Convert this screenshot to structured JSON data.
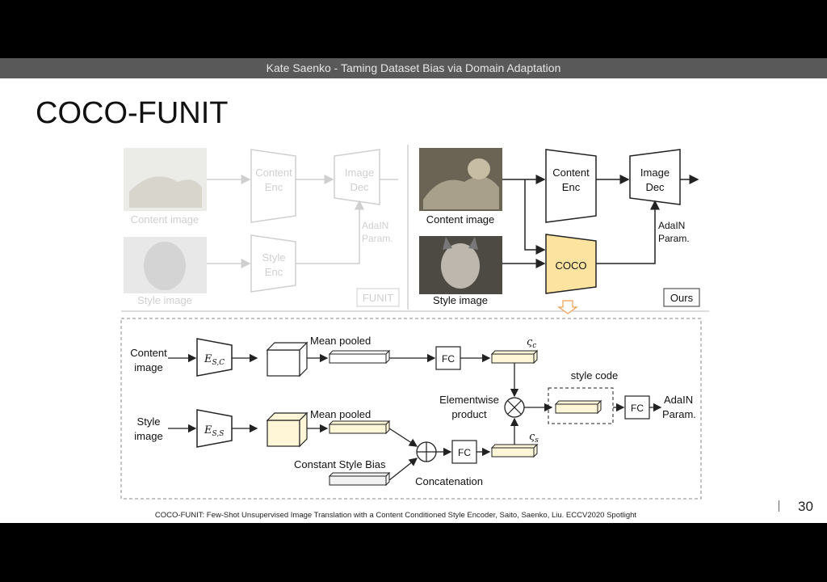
{
  "header": {
    "presenter": "Kate Saenko - Taming Dataset Bias via Domain Adaptation"
  },
  "slide": {
    "title": "COCO-FUNIT",
    "page_number": "30",
    "citation": "COCO-FUNIT: Few-Shot Unsupervised Image Translation with a Content Conditioned Style Encoder, Saito, Saenko, Liu. ECCV2020 Spotlight"
  },
  "funit": {
    "content_enc": [
      "Content",
      "Enc"
    ],
    "image_dec": [
      "Image",
      "Dec"
    ],
    "style_enc": [
      "Style",
      "Enc"
    ],
    "adain": [
      "AdaIN",
      "Param."
    ],
    "content_image": "Content image",
    "style_image": "Style image",
    "tag": "FUNIT"
  },
  "ours": {
    "content_enc": [
      "Content",
      "Enc"
    ],
    "image_dec": [
      "Image",
      "Dec"
    ],
    "coco": "COCO",
    "adain": [
      "AdaIN",
      "Param."
    ],
    "content_image": "Content image",
    "style_image": "Style image",
    "tag": "Ours"
  },
  "detail": {
    "content_image": [
      "Content",
      "image"
    ],
    "style_image": [
      "Style",
      "image"
    ],
    "enc_c_main": "E",
    "enc_c_sub": "S,C",
    "enc_s_main": "E",
    "enc_s_sub": "S,S",
    "mean_pooled_top": "Mean pooled",
    "mean_pooled_bottom": "Mean pooled",
    "fc_top": "FC",
    "fc_mid": "FC",
    "fc_right": "FC",
    "zeta_c_main": "ς",
    "zeta_c_sub": "c",
    "zeta_s_main": "ς",
    "zeta_s_sub": "s",
    "style_code": "style code",
    "elementwise": [
      "Elementwise",
      "product"
    ],
    "constant_bias": "Constant Style Bias",
    "concatenation": "Concatenation",
    "adain": [
      "AdaIN",
      "Param."
    ]
  },
  "colors": {
    "coco_fill": "#fce4a0",
    "feature_fill": "#fff6d8",
    "faded": "#c8c8c8"
  }
}
